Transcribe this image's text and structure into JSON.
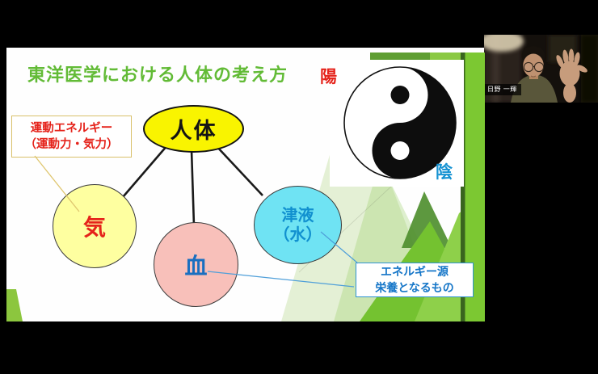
{
  "window": {
    "background": "#000000"
  },
  "slide": {
    "title": "東洋医学における人体の考え方",
    "diagram": {
      "body_node": "人体",
      "ki_node": "気",
      "blood_node": "血",
      "fluid_node_line1": "津液",
      "fluid_node_line2": "（水）"
    },
    "callout_motion": {
      "line1": "運動エネルギー",
      "line2": "（運動力・気力）"
    },
    "callout_source": {
      "line1": "エネルギー源",
      "line2": "栄養となるもの"
    },
    "yinyang": {
      "yang": "陽",
      "yin": "陰"
    },
    "colors": {
      "title_green": "#62bb36",
      "accent_bright_green": "#7cc832",
      "accent_medium_green": "#5f9e33",
      "accent_dark_green": "#4f8f2f",
      "body_fill": "#f9f400",
      "ki_fill": "#feffa0",
      "blood_fill": "#f8c0ba",
      "fluid_fill": "#6fe3f3",
      "red_text": "#e5231b",
      "blue_text_deep": "#1a6fc0",
      "blue_text": "#1592d2",
      "motion_border": "#d9c06a",
      "source_border": "#2e93d4"
    }
  },
  "video": {
    "participant_name": "日野 一輝"
  }
}
